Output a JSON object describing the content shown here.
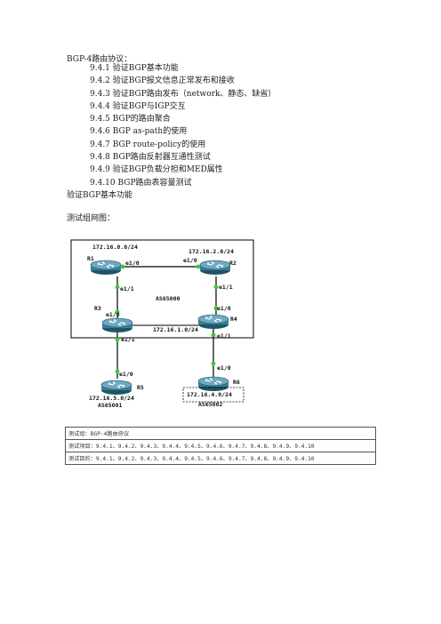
{
  "doc": {
    "title": "BGP-4路由协议：",
    "toc": [
      "9.4.1 验证BGP基本功能",
      "9.4.2 验证BGP报文信息正常发布和接收",
      "9.4.3 验证BGP路由发布（network、静态、缺省）",
      "9.4.4 验证BGP与IGP交互",
      "9.4.5 BGP的路由聚合",
      "9.4.6 BGP as-path的使用",
      "9.4.7 BGP route-policy的使用",
      "9.4.8 BGP路由反射器互通性测试",
      "9.4.9 验证BGP负载分担和MED属性",
      "9.4.10 BGP路由表容量测试"
    ],
    "section_heading": "验证BGP基本功能",
    "diagram_caption": "测试组网图："
  },
  "topology": {
    "net_r1": "172.16.0.0/24",
    "net_r2": "172.16.2.0/24",
    "r1": "R1",
    "r2": "R2",
    "r3": "R3",
    "r4": "R4",
    "r5": "R5",
    "r6": "R6",
    "r1_e10": "e1/0",
    "r2_e10": "e1/0",
    "r1_e11": "e1/1",
    "r2_e11": "e1/1",
    "r3_e10": "e1/0",
    "r4_e10": "e1/0",
    "as_main": "AS65000",
    "net_mid": "172.16.1.0/24",
    "r3_e11": "e1/1",
    "r4_e11": "e1/1",
    "r5_e10": "e1/0",
    "r6_e10": "e1/0",
    "net_r5": "172.16.5.0/24",
    "net_r6": "172.16.4.0/24",
    "as_r5": "AS65001",
    "as_r6": "AS65002",
    "colors": {
      "router_body": "#3d7f98",
      "port": "#33cc33",
      "link": "#000000"
    }
  },
  "info_table": {
    "rows": [
      "测试组：BGP-4路由协议",
      "测试项目：9.4.1、9.4.2、9.4.3、9.4.4、9.4.5、9.4.6、9.4.7、9.4.8、9.4.9、9.4.10",
      "测试目的：9.4.1、9.4.2、9.4.3、9.4.4、9.4.5、9.4.6、9.4.7、9.4.8、9.4.9、9.4.10"
    ]
  }
}
